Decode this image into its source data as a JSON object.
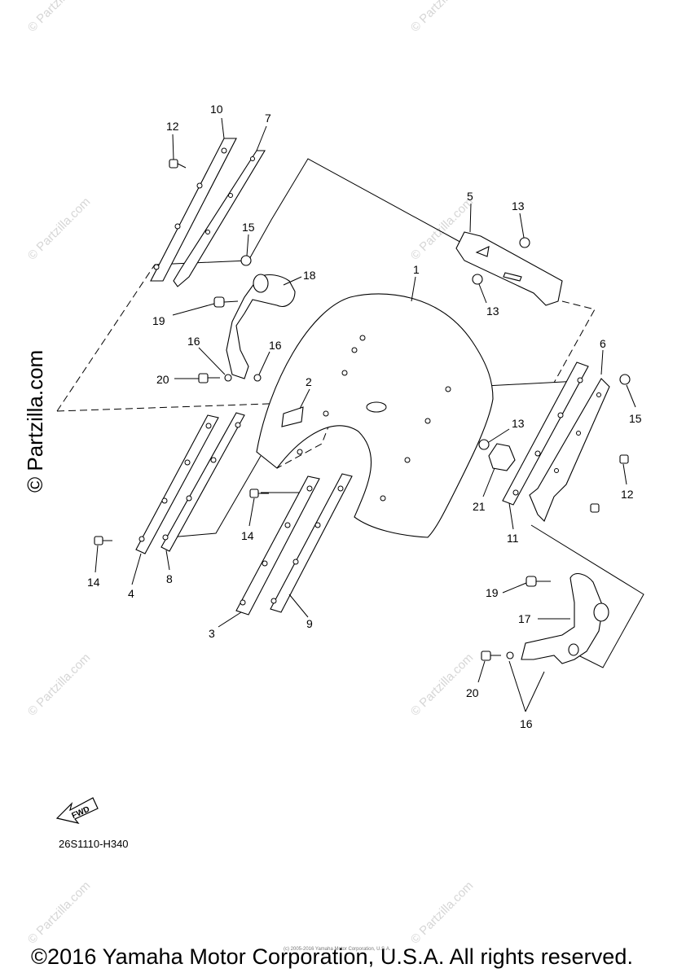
{
  "watermark": {
    "text": "© Partzilla.com",
    "small_text": "© Partzilla.com"
  },
  "callouts": {
    "c1": "1",
    "c2": "2",
    "c3": "3",
    "c4": "4",
    "c5": "5",
    "c6": "6",
    "c7": "7",
    "c8": "8",
    "c9": "9",
    "c10": "10",
    "c11": "11",
    "c12a": "12",
    "c12b": "12",
    "c13a": "13",
    "c13b": "13",
    "c13c": "13",
    "c14a": "14",
    "c14b": "14",
    "c15a": "15",
    "c15b": "15",
    "c16a": "16",
    "c16b": "16",
    "c16c": "16",
    "c17": "17",
    "c18": "18",
    "c19a": "19",
    "c19b": "19",
    "c20a": "20",
    "c20b": "20",
    "c21": "21"
  },
  "fwd_label": "FWD",
  "diagram_code": "26S1110-H340",
  "small_copyright": "(c) 2005-2016 Yamaha Motor Corporation, U.S.A.",
  "copyright": "©2016 Yamaha Motor Corporation, U.S.A. All rights reserved."
}
